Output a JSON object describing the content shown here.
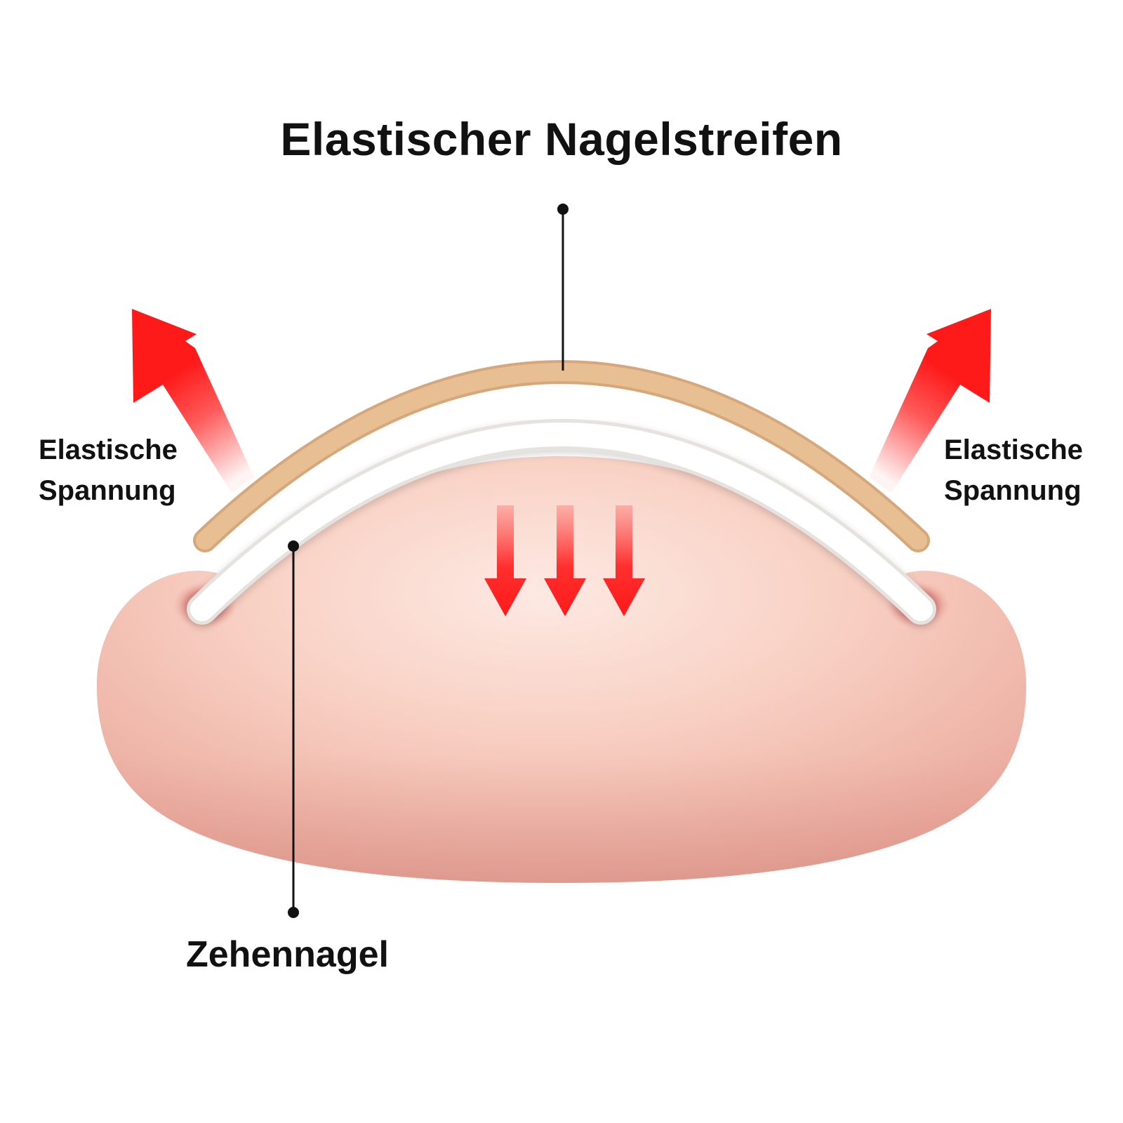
{
  "title": "Elastischer Nagelstreifen",
  "left_label": {
    "line1": "Elastische",
    "line2": "Spannung"
  },
  "right_label": {
    "line1": "Elastische",
    "line2": "Spannung"
  },
  "nail_label": "Zehennagel",
  "colors": {
    "background": "#ffffff",
    "strip": "#e8bf93",
    "nail": "#ffffff",
    "toe_light": "#fbe3da",
    "toe_dark": "#e8a699",
    "arrow_red": "#ff1a1a",
    "text": "#111111"
  }
}
